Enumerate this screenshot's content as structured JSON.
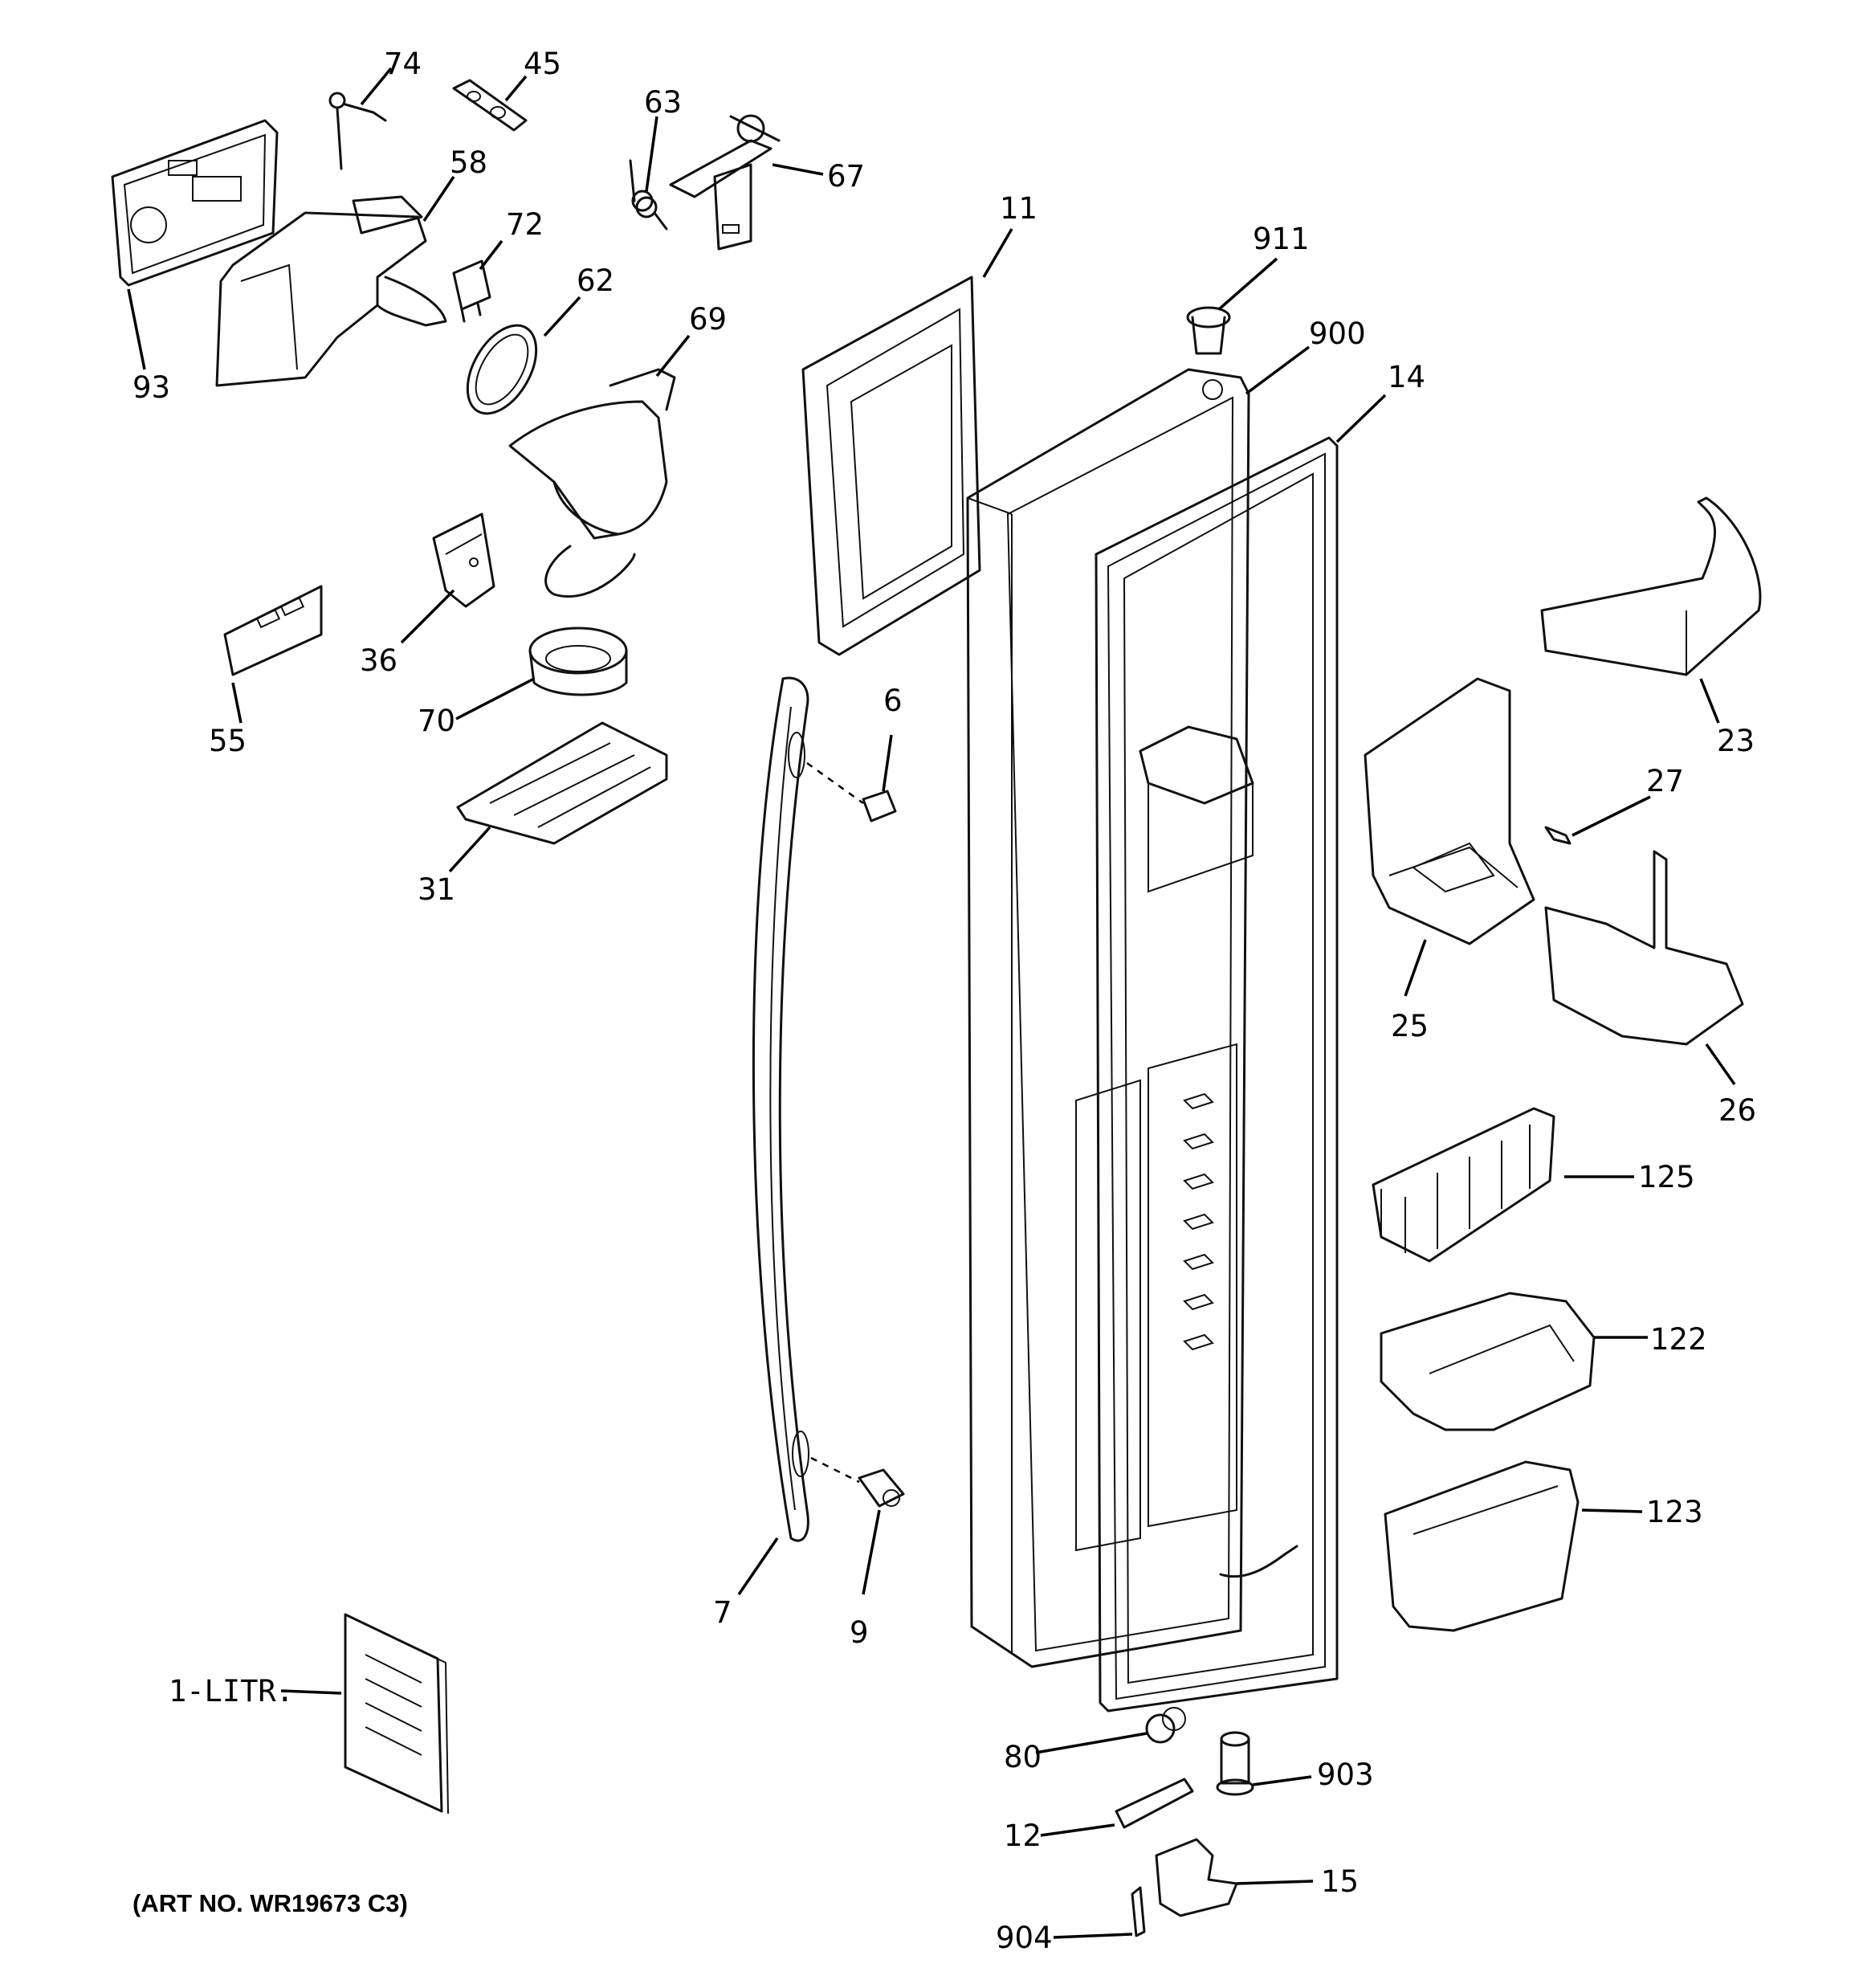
{
  "callouts": {
    "c74": "74",
    "c45": "45",
    "c63": "63",
    "c67": "67",
    "c58": "58",
    "c72": "72",
    "c62": "62",
    "c69": "69",
    "c93": "93",
    "c11": "11",
    "c911": "911",
    "c900": "900",
    "c14": "14",
    "c36": "36",
    "c55": "55",
    "c70": "70",
    "c6": "6",
    "c23": "23",
    "c27": "27",
    "c31": "31",
    "c25": "25",
    "c26": "26",
    "c125": "125",
    "c122": "122",
    "c7": "7",
    "c9": "9",
    "c123": "123",
    "c1litr": "1-LITR.",
    "c80": "80",
    "c903": "903",
    "c12": "12",
    "c15": "15",
    "c904": "904"
  },
  "art_number": "(ART NO. WR19673 C3)"
}
